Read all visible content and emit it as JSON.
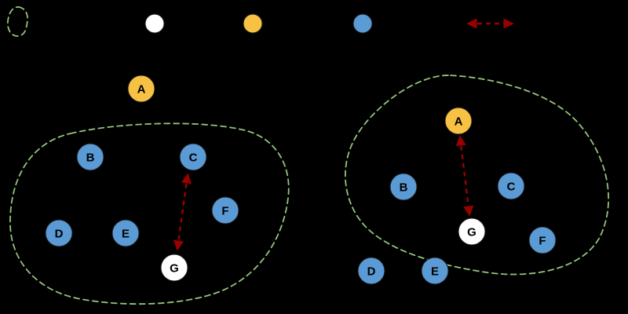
{
  "colors": {
    "background": "#000000",
    "community_outline_green": "#93C47D",
    "node_blue": "#5B9BD5",
    "node_yellow": "#F7C244",
    "node_white": "#FFFFFF",
    "arrow_red": "#990000",
    "node_label_black": "#000000"
  },
  "legend": {
    "items": [
      {
        "icon": "community-outline-swatch"
      },
      {
        "icon": "white-node-swatch"
      },
      {
        "icon": "yellow-node-swatch"
      },
      {
        "icon": "blue-node-swatch"
      },
      {
        "icon": "red-dashed-arrow-swatch"
      }
    ]
  },
  "nodes": {
    "outside_a": {
      "label": "A"
    },
    "left": {
      "b": "B",
      "c": "C",
      "d": "D",
      "e": "E",
      "f": "F",
      "g": "G"
    },
    "right": {
      "a": "A",
      "b": "B",
      "c": "C",
      "d": "D",
      "e": "E",
      "f": "F",
      "g": "G"
    }
  }
}
